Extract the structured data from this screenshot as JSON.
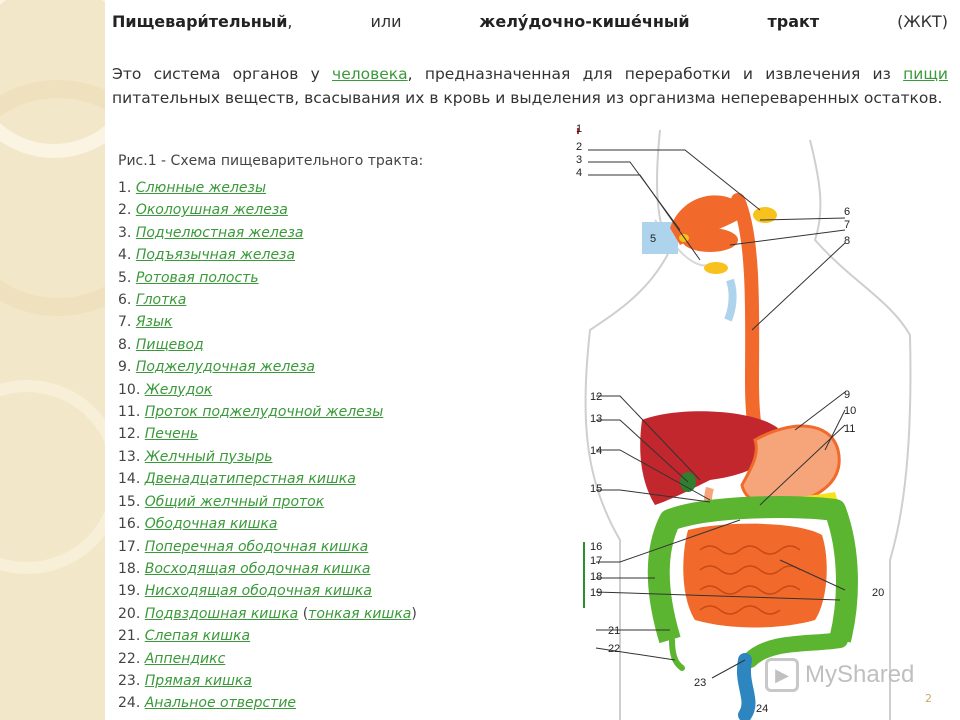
{
  "title": {
    "part1_bold": "Пищевари́тельный",
    "part1_rest": ",",
    "part2": "или",
    "part3_bold": "желу́дочно-кише́чный",
    "part4_bold": "тракт",
    "part5": "(ЖКТ)"
  },
  "intro": {
    "t1": "Это система органов у ",
    "link1": "человека",
    "t2": ", предназначенная для переработки и извлечения из ",
    "link2": "пищи",
    "t3": " питательных веществ, всасывания их в кровь и выделения из организма непереваренных остатков."
  },
  "caption": "Рис.1 - Схема пищеварительного тракта:",
  "items": [
    {
      "num": "1.",
      "label": "Слюнные железы"
    },
    {
      "num": "2.",
      "label": "Околоушная железа"
    },
    {
      "num": "3.",
      "label": "Подчелюстная железа"
    },
    {
      "num": "4.",
      "label": "Подъязычная железа"
    },
    {
      "num": "5.",
      "label": "Ротовая полость"
    },
    {
      "num": "6.",
      "label": "Глотка"
    },
    {
      "num": "7.",
      "label": "Язык"
    },
    {
      "num": "8.",
      "label": "Пищевод"
    },
    {
      "num": "9.",
      "label": "Поджелудочная железа"
    },
    {
      "num": "10.",
      "label": "Желудок"
    },
    {
      "num": "11.",
      "label": "Проток поджелудочной железы"
    },
    {
      "num": "12.",
      "label": "Печень"
    },
    {
      "num": "13.",
      "label": "Желчный пузырь"
    },
    {
      "num": "14.",
      "label": "Двенадцатиперстная кишка"
    },
    {
      "num": "15.",
      "label": "Общий желчный проток"
    },
    {
      "num": "16.",
      "label": "Ободочная кишка"
    },
    {
      "num": "17.",
      "label": "Поперечная ободочная кишка"
    },
    {
      "num": "18.",
      "label": "Восходящая ободочная кишка"
    },
    {
      "num": "19.",
      "label": "Нисходящая ободочная кишка"
    },
    {
      "num": "20.",
      "label": "Подвздошная кишка",
      "extra_open": " (",
      "extra": "тонкая кишка",
      "extra_close": ")"
    },
    {
      "num": "21.",
      "label": "Слепая кишка"
    },
    {
      "num": "22.",
      "label": "Аппендикс"
    },
    {
      "num": "23.",
      "label": "Прямая кишка"
    },
    {
      "num": "24.",
      "label": "Анальное отверстие"
    }
  ],
  "diagram_labels": [
    "1",
    "2",
    "3",
    "4",
    "5",
    "6",
    "7",
    "8",
    "9",
    "10",
    "11",
    "12",
    "13",
    "14",
    "15",
    "16",
    "17",
    "18",
    "19",
    "20",
    "21",
    "22",
    "23",
    "24"
  ],
  "watermark": "MyShared",
  "page_number": "2",
  "colors": {
    "link": "#3a9a3a",
    "esophagus": "#f26a2b",
    "liver": "#c1272d",
    "colon": "#5cb531",
    "small_intestine": "#f26a2b",
    "glands": "#f7c21e",
    "rectum": "#2e86c1"
  }
}
